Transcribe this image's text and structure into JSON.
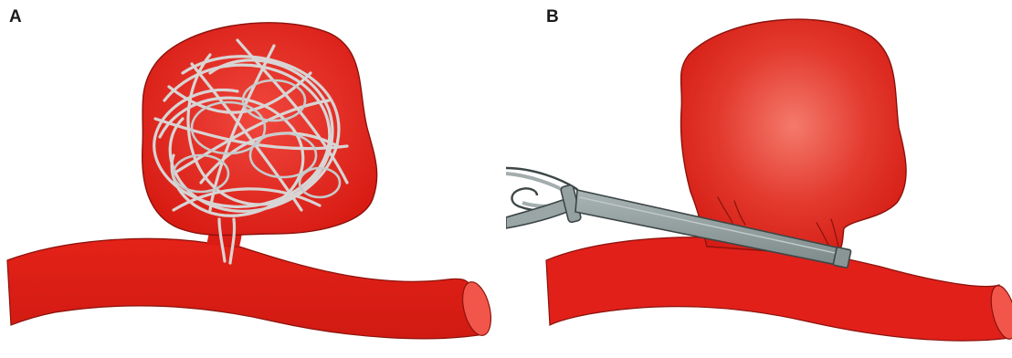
{
  "figure": {
    "panels": [
      {
        "label": "A",
        "treatment": "coil-embolization",
        "illustration": "aneurysm-with-coils-icon"
      },
      {
        "label": "B",
        "treatment": "surgical-clipping",
        "illustration": "aneurysm-with-clip-icon"
      }
    ],
    "colors": {
      "vessel": "#e8221a",
      "vessel_dark": "#b8140f",
      "outline": "#7a0e0a",
      "coil": "#d9dcdc",
      "clip": "#8c9a9a",
      "clip_outline": "#3d4646"
    }
  }
}
